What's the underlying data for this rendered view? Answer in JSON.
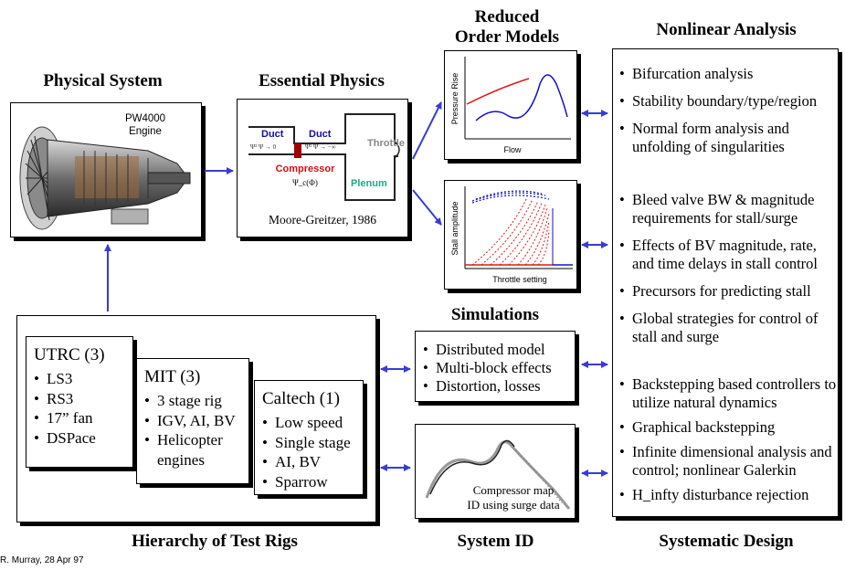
{
  "titles": {
    "physical_system": "Physical System",
    "essential_physics": "Essential Physics",
    "reduced_order_1": "Reduced",
    "reduced_order_2": "Order Models",
    "nonlinear_analysis": "Nonlinear Analysis",
    "simulations": "Simulations",
    "hierarchy": "Hierarchy of Test Rigs",
    "system_id": "System ID",
    "systematic_design": "Systematic Design"
  },
  "physical": {
    "engine_1": "PW4000",
    "engine_2": "Engine"
  },
  "essential": {
    "duct_1": "Duct",
    "duct_2": "Duct",
    "eq_1": "Ψ² Ψ → 0",
    "eq_2": "Ψ² Ψ → −∞",
    "compressor": "Compressor",
    "psi_c": "Ψ_c(Φ)",
    "throttle": "Throttle",
    "plenum": "Plenum",
    "citation": "Moore-Greitzer, 1986"
  },
  "rom1": {
    "ylabel": "Pressure Rise",
    "xlabel": "Flow"
  },
  "rom2": {
    "ylabel": "Stall amplitude",
    "xlabel": "Throttle setting"
  },
  "nonlinear": {
    "group1": [
      "Bifurcation analysis",
      "Stability boundary/type/region",
      "Normal form analysis and unfolding of singularities"
    ],
    "group2": [
      "Bleed valve BW & magnitude requirements for stall/surge",
      "Effects of BV magnitude, rate, and time delays in stall control",
      "Precursors for predicting stall",
      "Global strategies for control of stall and surge"
    ],
    "group3": [
      "Backstepping based controllers to utilize natural dynamics",
      "Graphical backstepping",
      "Infinite dimensional analysis and control; nonlinear Galerkin",
      "H_infty disturbance rejection"
    ]
  },
  "simulations": {
    "items": [
      "Distributed model",
      "Multi-block effects",
      "Distortion, losses"
    ]
  },
  "sysid": {
    "caption_1": "Compressor map",
    "caption_2": "ID using surge data"
  },
  "rigs": {
    "utrc": {
      "title": "UTRC (3)",
      "items": [
        "LS3",
        "RS3",
        "17” fan",
        "DSPace"
      ]
    },
    "mit": {
      "title": "MIT (3)",
      "items": [
        "3 stage rig",
        "IGV, AI, BV",
        "Helicopter engines"
      ]
    },
    "caltech": {
      "title": "Caltech (1)",
      "items": [
        "Low speed",
        "Single stage",
        "AI, BV",
        "Sparrow"
      ]
    }
  },
  "footer": "R. Murray, 28 Apr 97",
  "colors": {
    "arrow": "#3a3ad8",
    "red": "#e01818",
    "blue": "#1010d0",
    "compressor": "#a00000",
    "plenum": "#1aa98a"
  }
}
